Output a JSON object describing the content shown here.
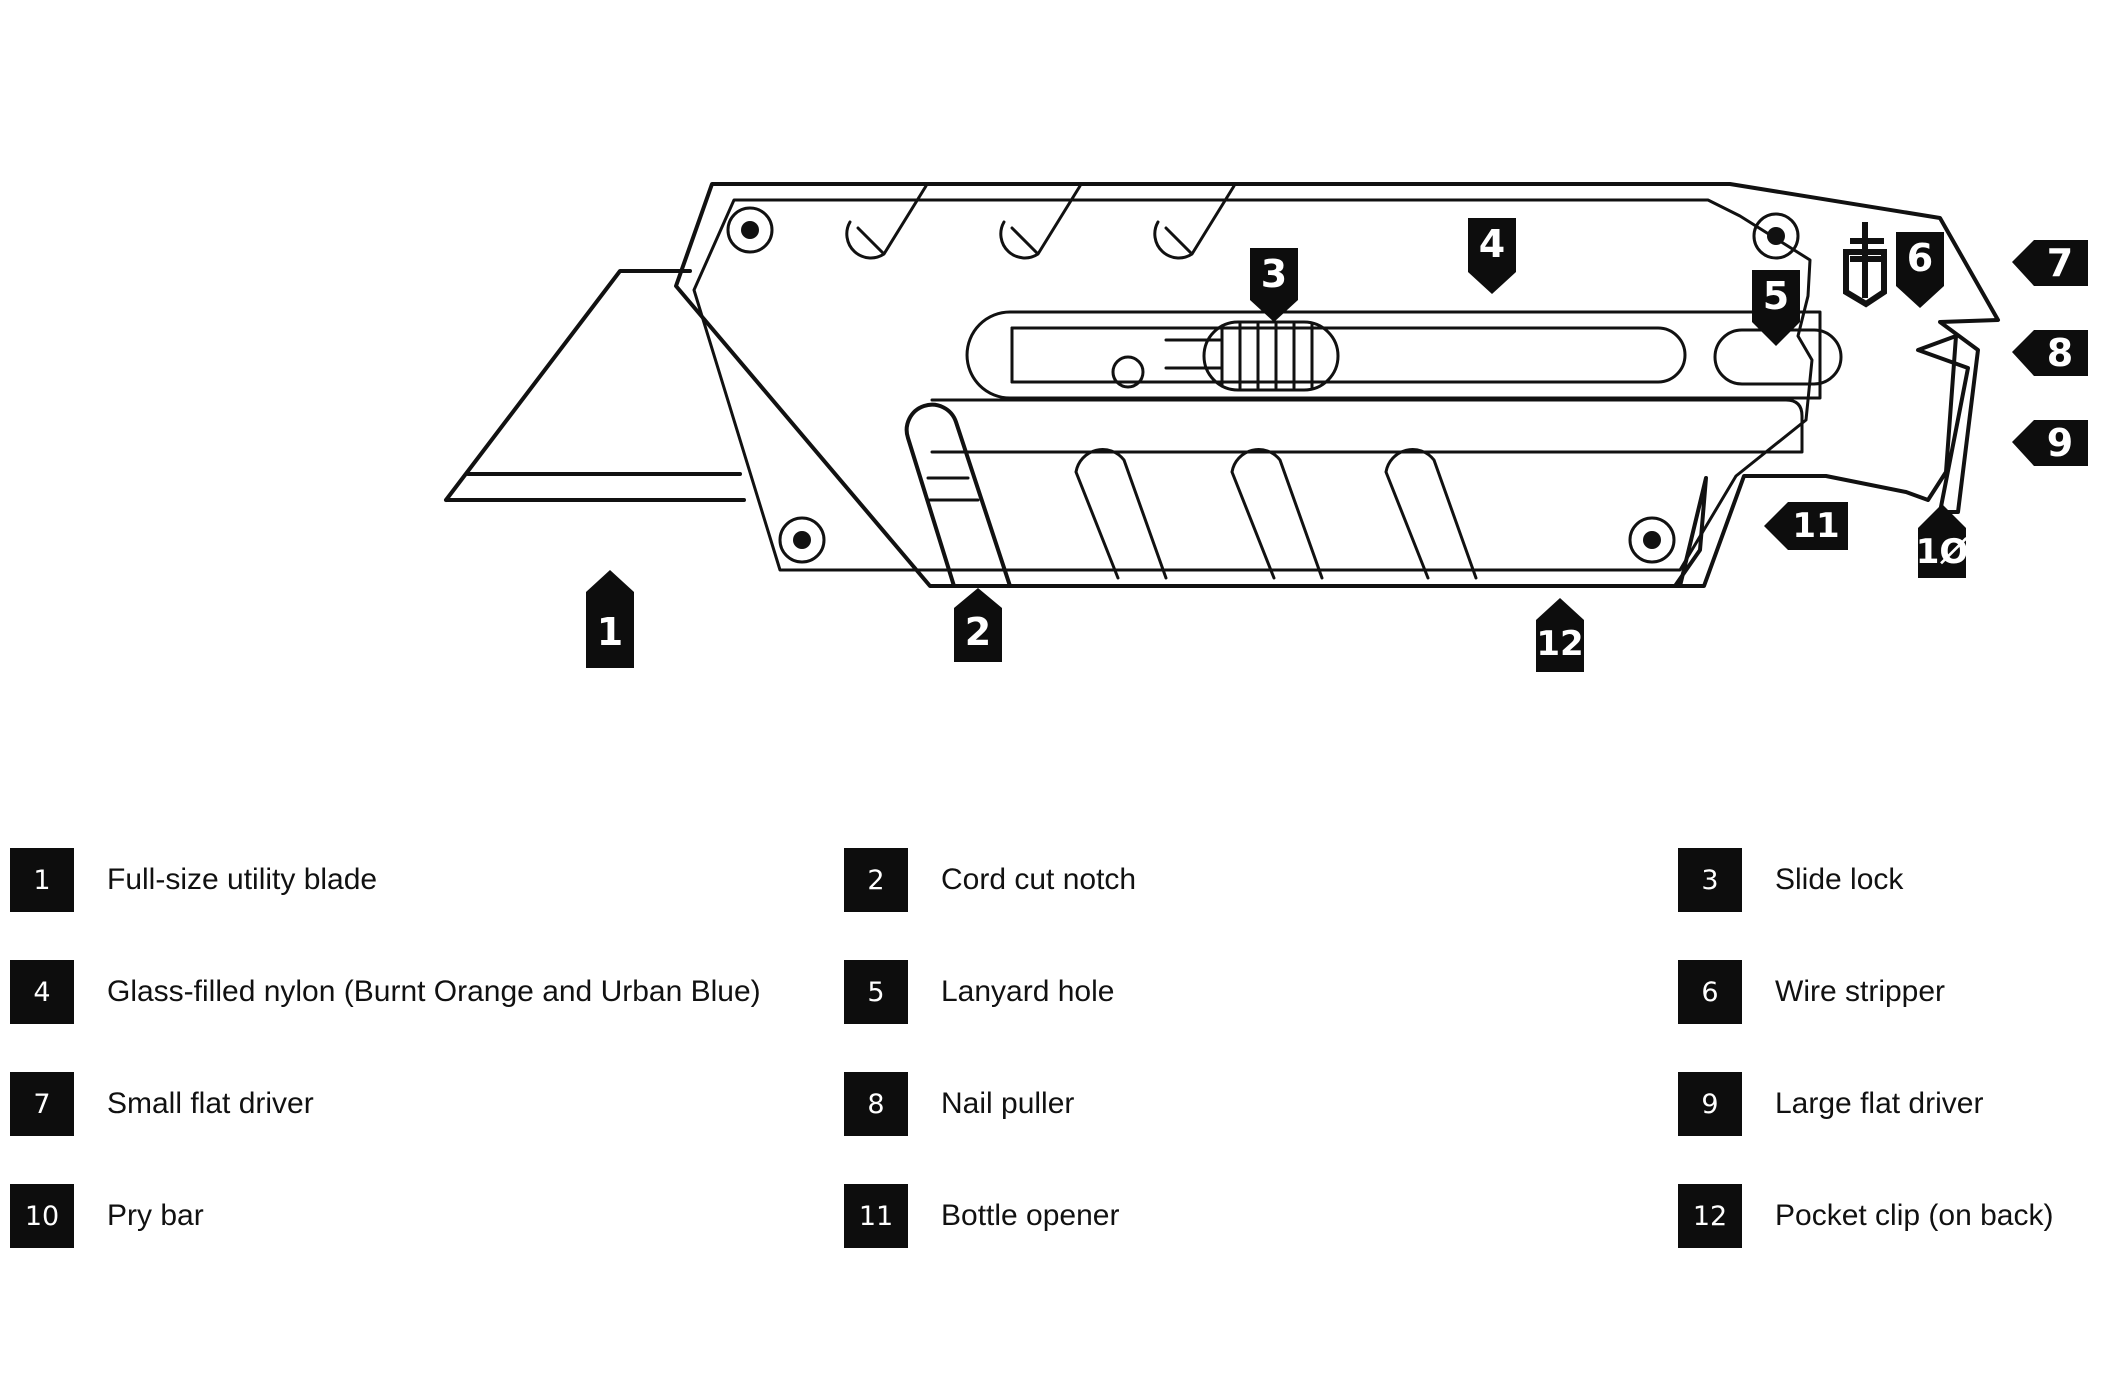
{
  "callouts": [
    "1",
    "2",
    "3",
    "4",
    "5",
    "6",
    "7",
    "8",
    "9",
    "1Ø",
    "11",
    "12"
  ],
  "legend": [
    {
      "number": "1",
      "label": "Full-size utility blade"
    },
    {
      "number": "2",
      "label": "Cord cut notch"
    },
    {
      "number": "3",
      "label": "Slide lock"
    },
    {
      "number": "4",
      "label": "Glass-filled nylon (Burnt Orange and Urban Blue)"
    },
    {
      "number": "5",
      "label": "Lanyard hole"
    },
    {
      "number": "6",
      "label": "Wire stripper"
    },
    {
      "number": "7",
      "label": "Small flat driver"
    },
    {
      "number": "8",
      "label": "Nail puller"
    },
    {
      "number": "9",
      "label": "Large flat driver"
    },
    {
      "number": "10",
      "label": "Pry bar"
    },
    {
      "number": "11",
      "label": "Bottle opener"
    },
    {
      "number": "12",
      "label": "Pocket clip (on back)"
    }
  ],
  "colors": {
    "ink": "#0d0d0d",
    "background": "#ffffff"
  }
}
